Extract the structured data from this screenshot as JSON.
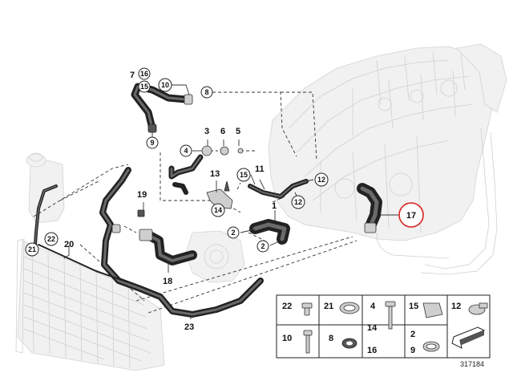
{
  "diagram": {
    "reference_id": "317184",
    "highlighted_part": "17",
    "callouts": [
      {
        "id": "c7",
        "label": "7"
      },
      {
        "id": "c16",
        "label": "16"
      },
      {
        "id": "c15a",
        "label": "15"
      },
      {
        "id": "c10",
        "label": "10"
      },
      {
        "id": "c8",
        "label": "8"
      },
      {
        "id": "c9",
        "label": "9"
      },
      {
        "id": "c3",
        "label": "3"
      },
      {
        "id": "c6",
        "label": "6"
      },
      {
        "id": "c5",
        "label": "5"
      },
      {
        "id": "c4",
        "label": "4"
      },
      {
        "id": "c13",
        "label": "13"
      },
      {
        "id": "c14",
        "label": "14"
      },
      {
        "id": "c11",
        "label": "11"
      },
      {
        "id": "c15b",
        "label": "15"
      },
      {
        "id": "c12a",
        "label": "12"
      },
      {
        "id": "c12b",
        "label": "12"
      },
      {
        "id": "c19",
        "label": "19"
      },
      {
        "id": "c1",
        "label": "1"
      },
      {
        "id": "c2a",
        "label": "2"
      },
      {
        "id": "c2b",
        "label": "2"
      },
      {
        "id": "c18",
        "label": "18"
      },
      {
        "id": "c17",
        "label": "17"
      },
      {
        "id": "c22",
        "label": "22"
      },
      {
        "id": "c20",
        "label": "20"
      },
      {
        "id": "c21",
        "label": "21"
      },
      {
        "id": "c23",
        "label": "23"
      }
    ],
    "legend": [
      {
        "id": "lg22",
        "labels": [
          "22"
        ]
      },
      {
        "id": "lg21",
        "labels": [
          "21"
        ]
      },
      {
        "id": "lg4",
        "labels": [
          "4",
          "14"
        ]
      },
      {
        "id": "lg15",
        "labels": [
          "15"
        ]
      },
      {
        "id": "lg12",
        "labels": [
          "12"
        ]
      },
      {
        "id": "lg10",
        "labels": [
          "10"
        ]
      },
      {
        "id": "lg8",
        "labels": [
          "8"
        ]
      },
      {
        "id": "lg16",
        "labels": [
          "16"
        ]
      },
      {
        "id": "lg2",
        "labels": [
          "2",
          "9"
        ]
      }
    ],
    "accent_color": "#d9201f"
  }
}
